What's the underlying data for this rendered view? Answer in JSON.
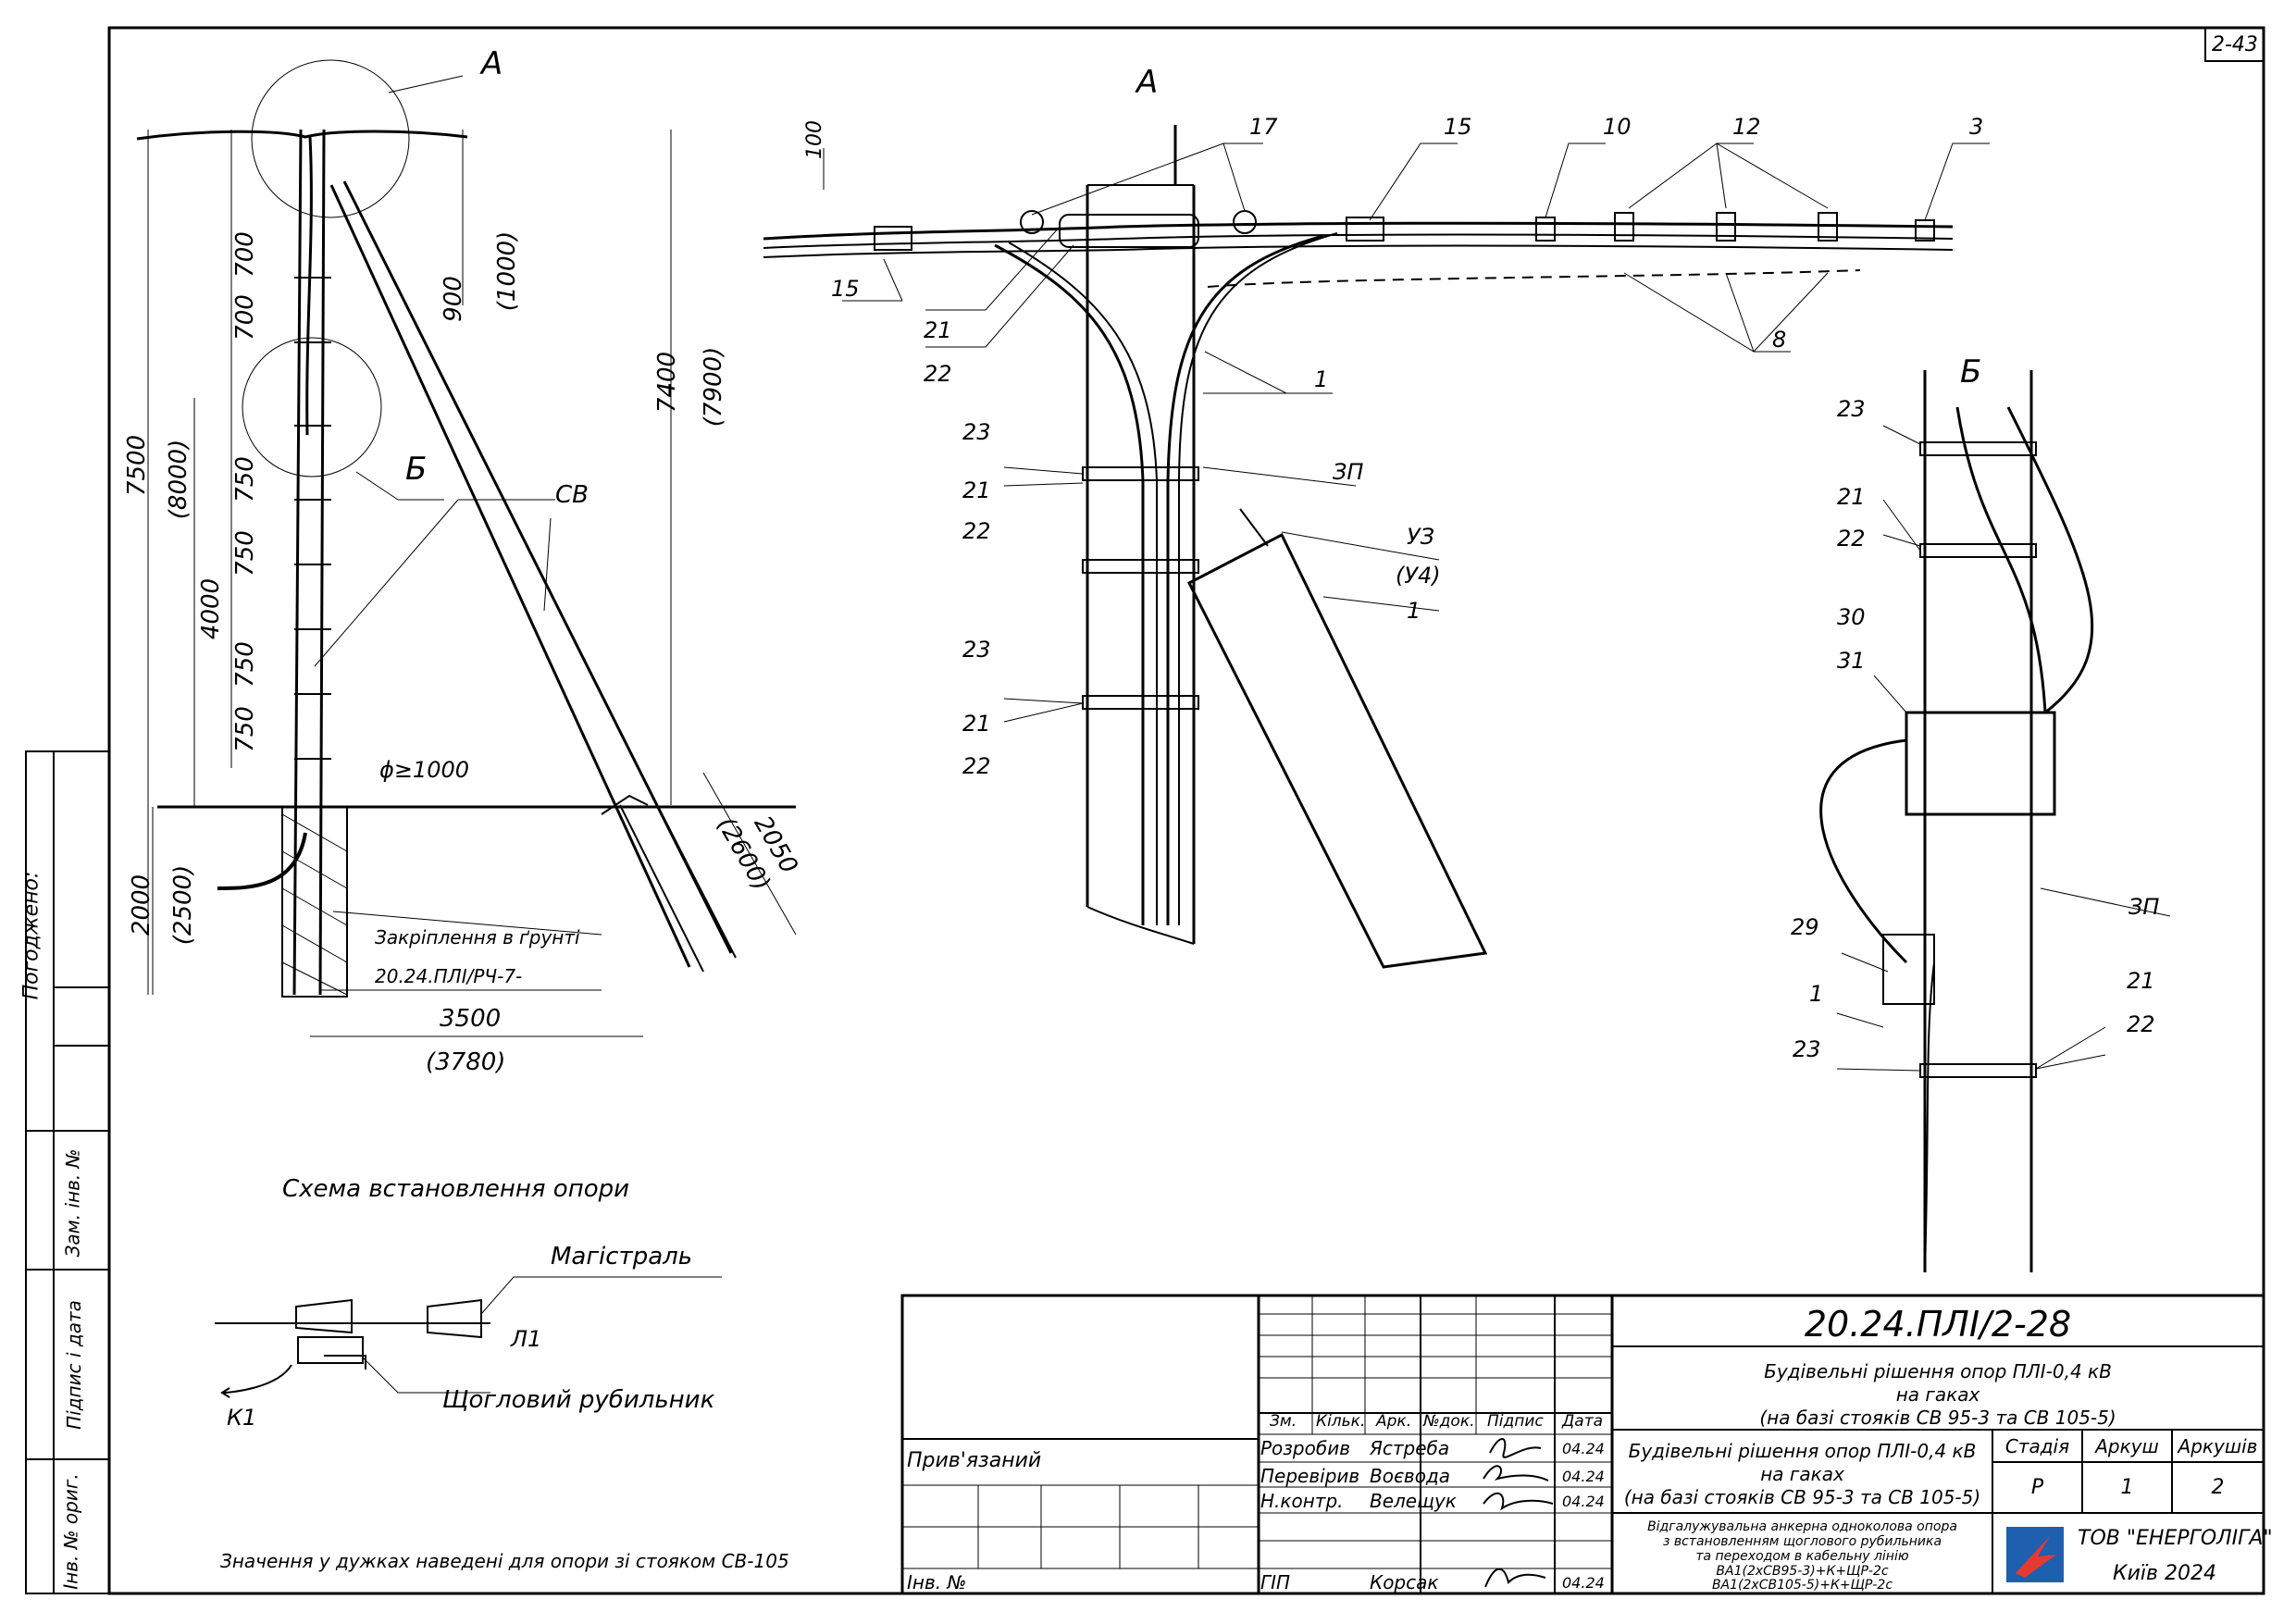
{
  "sheet": {
    "corner_code": "2-43"
  },
  "side_stamp": {
    "agreed": "Погоджено:",
    "replace_inv": "Зам. інв. №",
    "sign_date": "Підпис і дата",
    "orig_inv": "Інв. № ориг."
  },
  "schema": {
    "title": "Схема встановлення опори",
    "callout_A": "А",
    "callout_B": "Б",
    "label_SV": "СВ",
    "dims": {
      "d7500": "7500",
      "d8000": "(8000)",
      "d4000": "4000",
      "d700a": "700",
      "d700b": "700",
      "d750a": "750",
      "d750b": "750",
      "d750c": "750",
      "d750d": "750",
      "d900": "900",
      "d1000": "(1000)",
      "d7400": "7400",
      "d7900": "(7900)",
      "d2000": "2000",
      "d2500": "(2500)",
      "d2050": "2050",
      "d2600": "(2600)",
      "d3500": "3500",
      "d3780": "(3780)",
      "diam": "ϕ≥1000",
      "star": "*"
    },
    "ground_fix": "Закріплення в ґрунті",
    "ground_doc": "20.24.ПЛІ/РЧ-7-"
  },
  "detail_A": {
    "title": "А",
    "dim100": "100",
    "labels": [
      "17",
      "15",
      "10",
      "12",
      "3",
      "15",
      "21",
      "22",
      "1",
      "23",
      "21",
      "22",
      "ЗП",
      "УЗ",
      "(У4)",
      "1",
      "23",
      "21",
      "22",
      "8"
    ]
  },
  "detail_B": {
    "title": "Б",
    "labels": [
      "23",
      "21",
      "22",
      "30",
      "31",
      "ЗП",
      "29",
      "1",
      "23",
      "21",
      "22"
    ]
  },
  "wiring": {
    "main_line": "Магістраль",
    "l1": "Л1",
    "k1": "К1",
    "switch": "Щогловий рубильник"
  },
  "footnote": "Значення у дужках наведені для опори зі стояком СВ-105",
  "title_block": {
    "doc_code": "20.24.ПЛІ/2-28",
    "doc_title": [
      "Будівельні рішення опор ПЛІ-0,4 кВ",
      "на гаках",
      "(на базі стояків СВ 95-3 та СВ 105-5)"
    ],
    "sheet_title": [
      "Будівельні рішення опор ПЛІ-0,4 кВ",
      "на гаках",
      "(на базі стояків СВ 95-3 та СВ 105-5)"
    ],
    "headers": {
      "zm": "Зм.",
      "kilk": "Кільк.",
      "ark": "Арк.",
      "ndok": "№док.",
      "pidpys": "Підпис",
      "data": "Дата"
    },
    "roles": [
      {
        "role": "Розробив",
        "name": "Ястреба",
        "date": "04.24"
      },
      {
        "role": "Перевірив",
        "name": "Воєвода",
        "date": "04.24"
      },
      {
        "role": "Н.контр.",
        "name": "Велещук",
        "date": "04.24"
      },
      {
        "role": "ГІП",
        "name": "Корсак",
        "date": "04.24"
      }
    ],
    "attached": "Прив'язаний",
    "inv_no": "Інв. №",
    "stage_h": "Стадія",
    "sheet_h": "Аркуш",
    "sheets_h": "Аркушів",
    "stage": "Р",
    "sheet": "1",
    "sheets": "2",
    "description": [
      "Відгалужувальна анкерна одноколова опора",
      "з встановленням щоглового рубильника",
      "та переходом в кабельну лінію",
      "ВА1(2хСВ95-3)+К+ЩР-2с",
      "ВА1(2хСВ105-5)+К+ЩР-2с"
    ],
    "company": "ТОВ \"ЕНЕРГОЛІГА\"",
    "city_year": "Київ 2024"
  }
}
